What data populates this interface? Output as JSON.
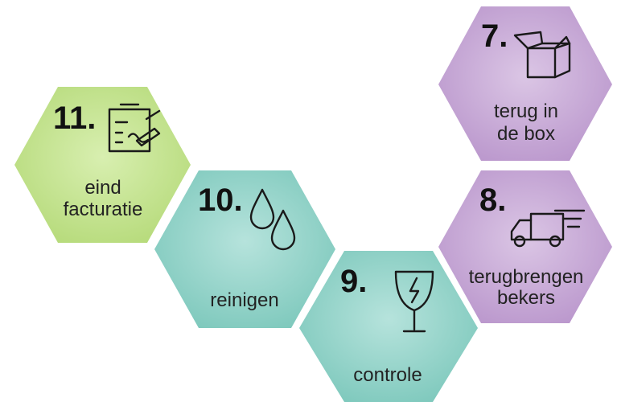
{
  "steps": [
    {
      "id": "step-11",
      "number": "11.",
      "lines": [
        "eind",
        "facturatie"
      ],
      "icon": "invoice-sign-icon",
      "color": "#c2e08c"
    },
    {
      "id": "step-10",
      "number": "10.",
      "lines": [
        "reinigen"
      ],
      "icon": "water-drops-icon",
      "color": "#93d2c8"
    },
    {
      "id": "step-9",
      "number": "9.",
      "lines": [
        "controle"
      ],
      "icon": "broken-glass-icon",
      "color": "#93d2c8"
    },
    {
      "id": "step-7",
      "number": "7.",
      "lines": [
        "terug in",
        "de box"
      ],
      "icon": "open-box-icon",
      "color": "#c7a9d6"
    },
    {
      "id": "step-8",
      "number": "8.",
      "lines": [
        "terugbrengen",
        "bekers"
      ],
      "icon": "delivery-truck-icon",
      "color": "#c7a9d6"
    }
  ]
}
